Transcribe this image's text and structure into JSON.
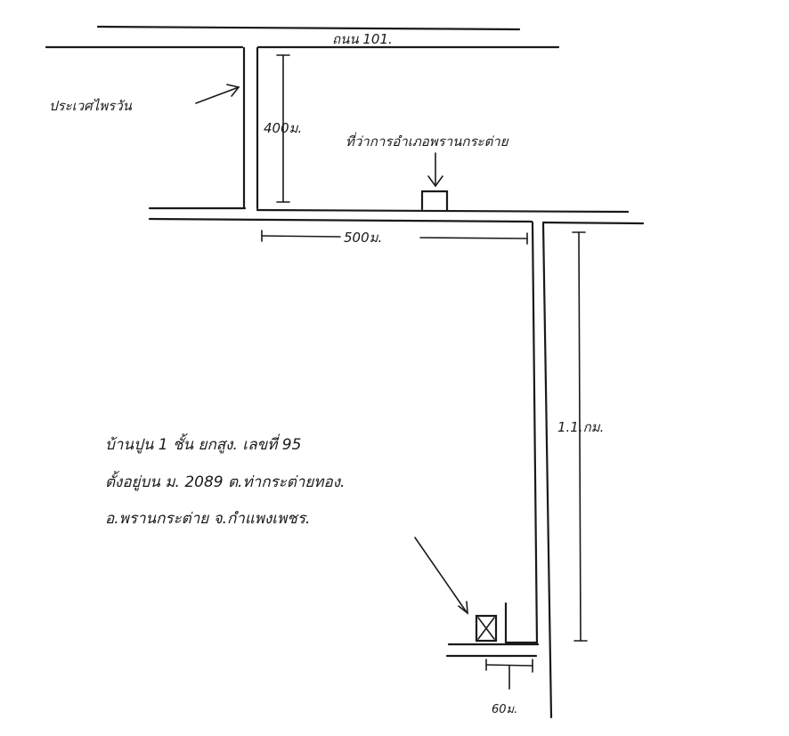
{
  "labels": {
    "top_road": "ถนน 101.",
    "left_street": "ประเวศไพรวัน",
    "north_distance": "400ม.",
    "district_office": "ที่ว่าการอำเภอพรานกระต่าย",
    "middle_distance": "500ม.",
    "east_distance": "1.1.กม.",
    "house_line_1": "บ้านปูน 1 ชั้น ยกสูง. เลขที่ 95",
    "house_line_2": "ตั้งอยู่บน ม. 2089 ต.ท่ากระต่ายทอง.",
    "house_line_3": "อ.พรานกระต่าย จ.กำแพงเพชร.",
    "side_distance": "60ม."
  },
  "colors": {
    "ink": "#1a1a1a",
    "paper": "#ffffff"
  }
}
